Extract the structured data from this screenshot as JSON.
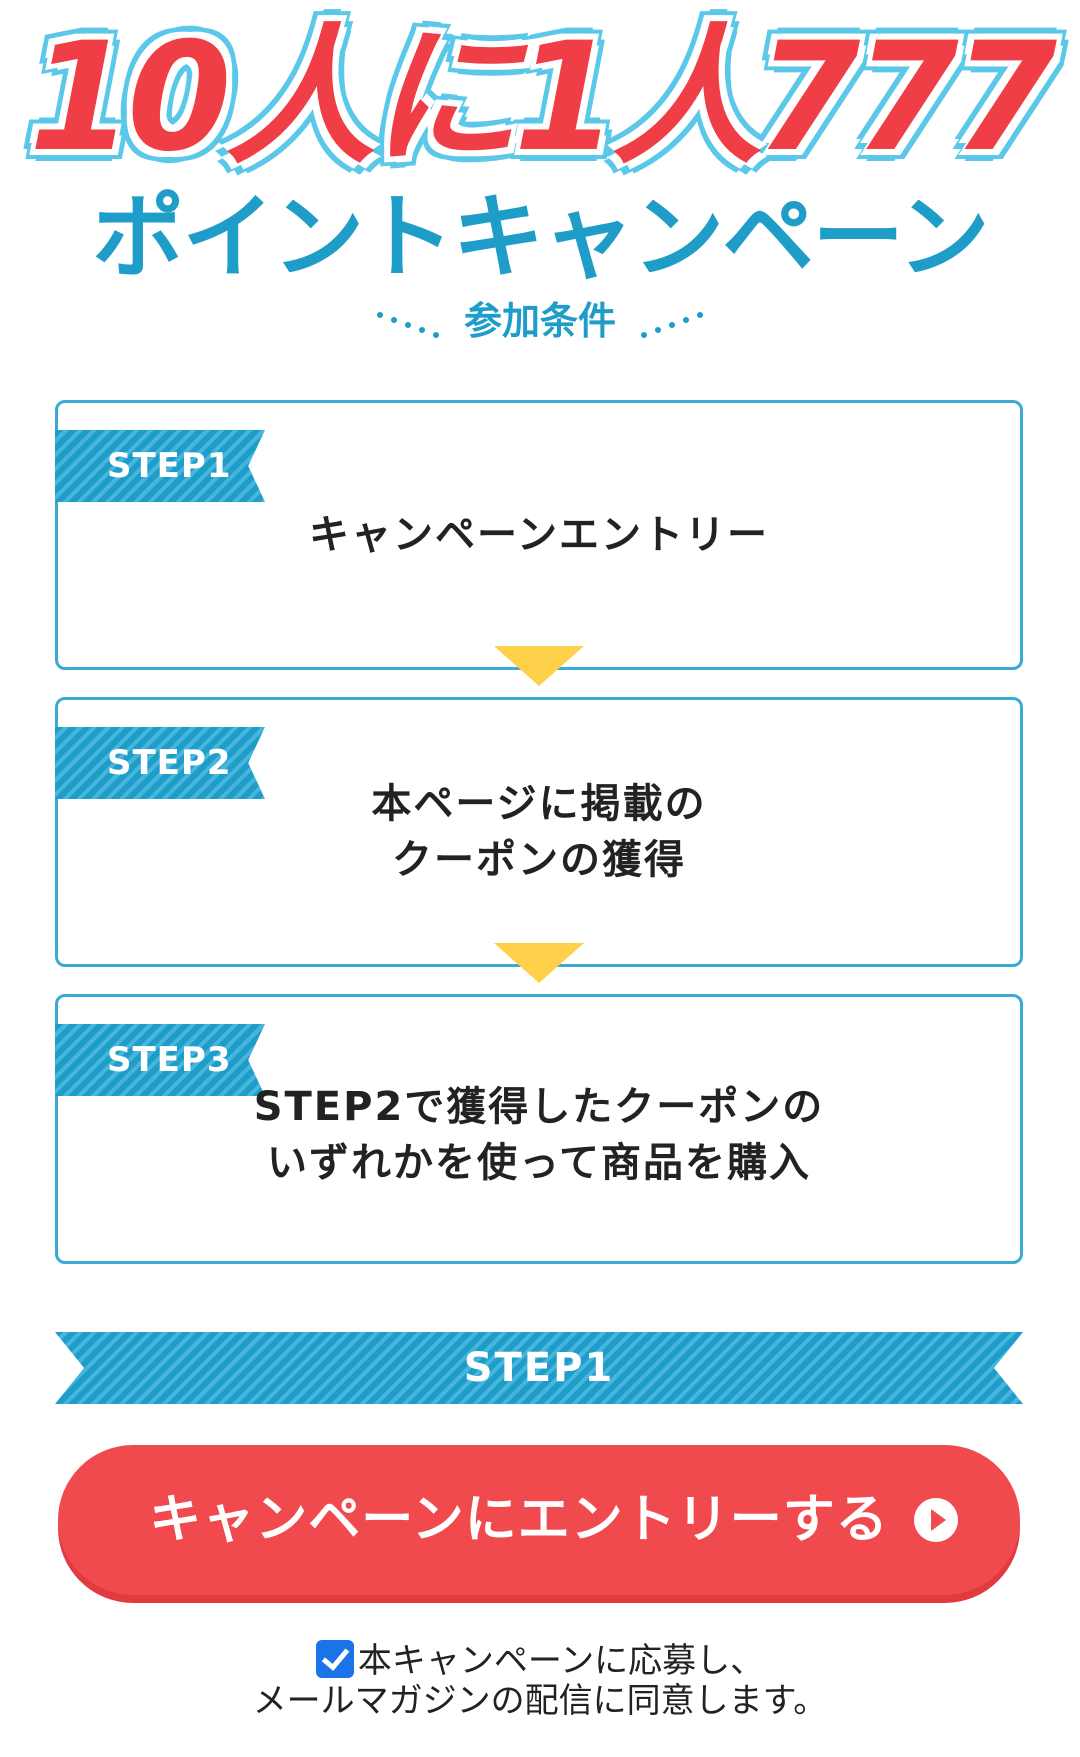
{
  "hero": {
    "headline": "10人に1人777",
    "title": "ポイントキャンペーン",
    "subtitle": "参加条件"
  },
  "steps": [
    {
      "badge": "STEP1",
      "lines": [
        "キャンペーンエントリー"
      ]
    },
    {
      "badge": "STEP2",
      "lines": [
        "本ページに掲載の",
        "クーポンの獲得"
      ]
    },
    {
      "badge": "STEP3",
      "lines": [
        "STEP2で獲得したクーポンの",
        "いずれかを使って商品を購入"
      ]
    }
  ],
  "entry": {
    "banner": "STEP1",
    "button_label": "キャンペーンにエントリーする"
  },
  "consent": {
    "checked": true,
    "line1": "本キャンペーンに応募し、",
    "line2": "メールマガジンの配信に同意します。"
  },
  "colors": {
    "accent_blue": "#1e9dc9",
    "accent_red": "#f04a4e",
    "arrow_yellow": "#ffd04a"
  }
}
